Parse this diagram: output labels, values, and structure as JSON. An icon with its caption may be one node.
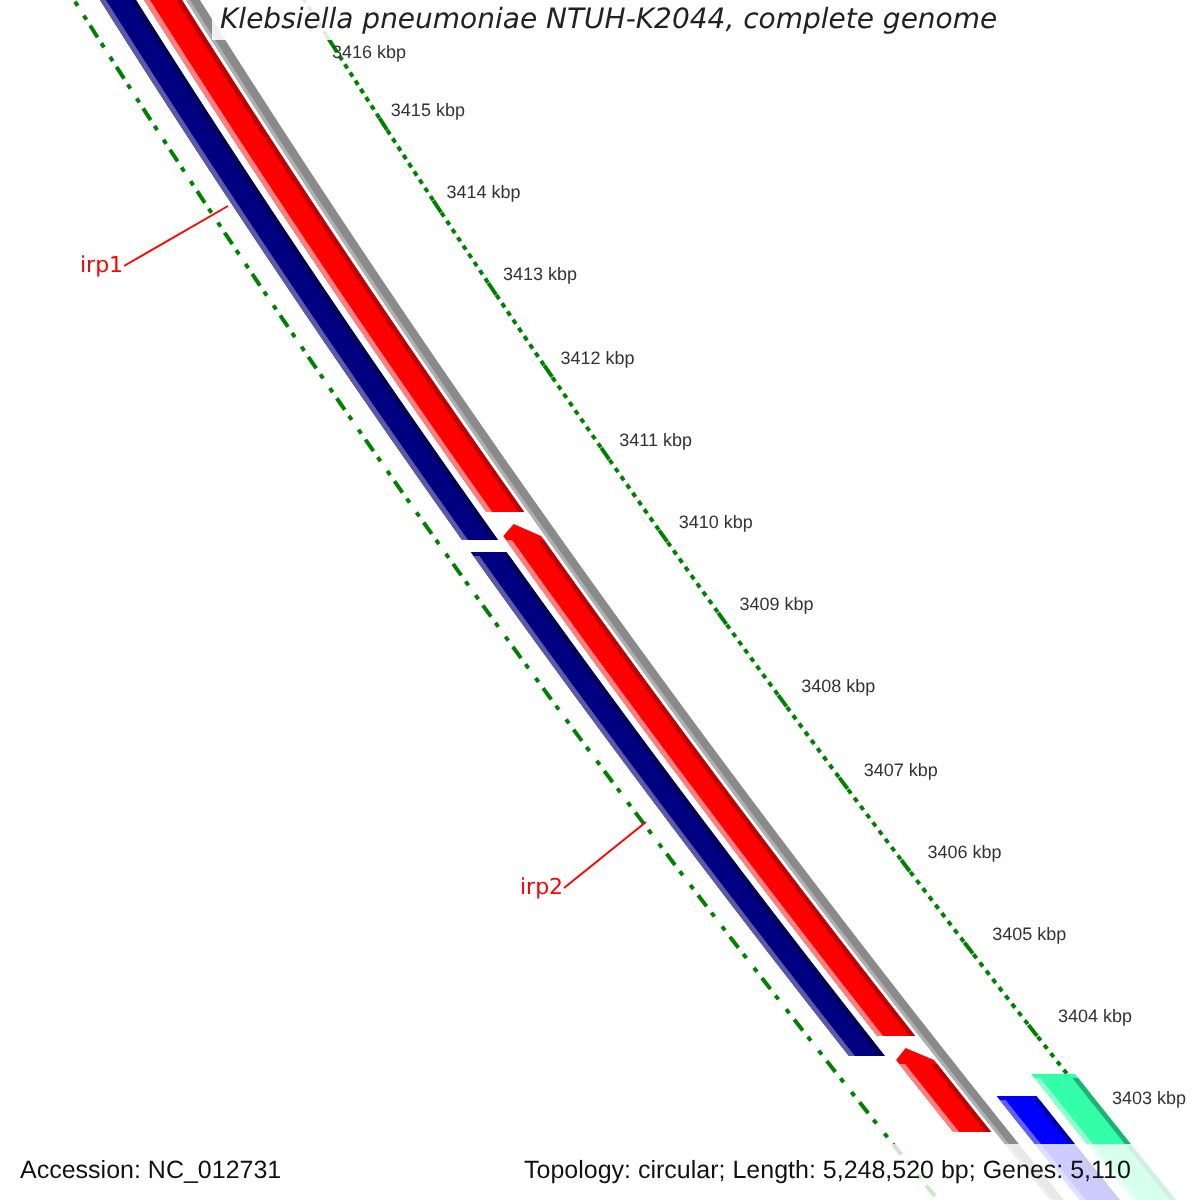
{
  "diagram": {
    "title": "Klebsiella pneumoniae NTUH-K2044, complete genome",
    "nodes": [
      {
        "text": [
          "irp1"
        ]
      },
      {
        "text": [
          "irp2"
        ]
      },
      {
        "text": [],
        "shape": "bar"
      },
      {
        "text": [],
        "shape": "bar"
      }
    ],
    "edges": [
      {
        "from": 0,
        "to": 2,
        "arrow": "none"
      },
      {
        "from": 1,
        "to": 3,
        "arrow": "none"
      }
    ],
    "labels": [
      "3416 kbp",
      "3415 kbp",
      "3414 kbp",
      "3413 kbp",
      "3412 kbp",
      "3411 kbp",
      "3410 kbp",
      "3409 kbp",
      "3408 kbp",
      "3407 kbp",
      "3406 kbp",
      "3405 kbp",
      "3404 kbp",
      "3403 kbp",
      "Accession: NC_012731",
      "Topology: circular; Length: 5,248,520 bp; Genes: 5,110"
    ]
  }
}
